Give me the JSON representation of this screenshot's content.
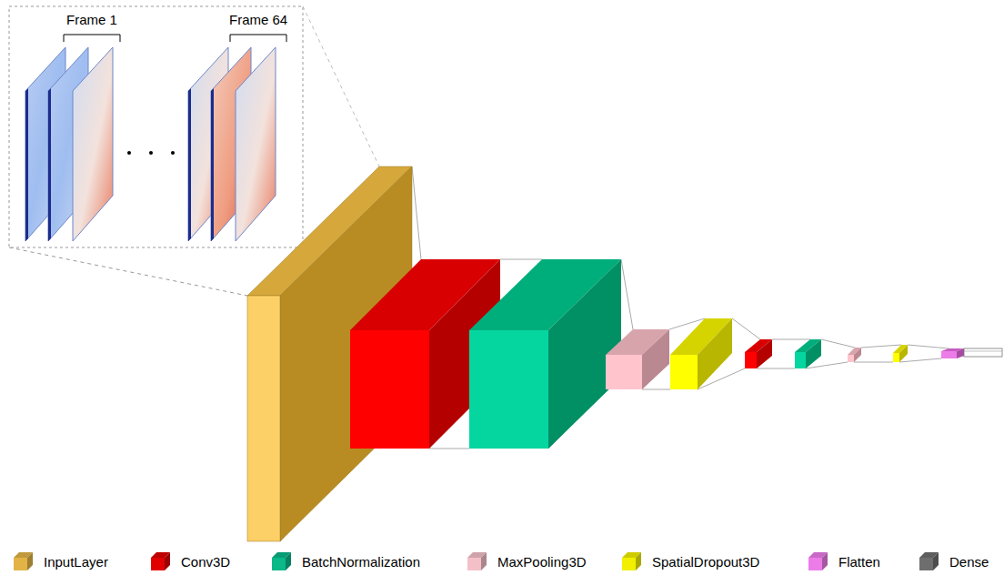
{
  "diagram": {
    "labels": [
      "Frame 1",
      "Frame 64"
    ],
    "legend": [
      {
        "text": "InputLayer",
        "color": "#e2b446"
      },
      {
        "text": "Conv3D",
        "color": "#e00000"
      },
      {
        "text": "BatchNormalization",
        "color": "#0ab888"
      },
      {
        "text": "MaxPooling3D",
        "color": "#f4c0c8"
      },
      {
        "text": "SpatialDropout3D",
        "color": "#f2f000"
      },
      {
        "text": "Flatten",
        "color": "#ec7ce8"
      },
      {
        "text": "Dense",
        "color": "#6e6e6e"
      }
    ]
  }
}
